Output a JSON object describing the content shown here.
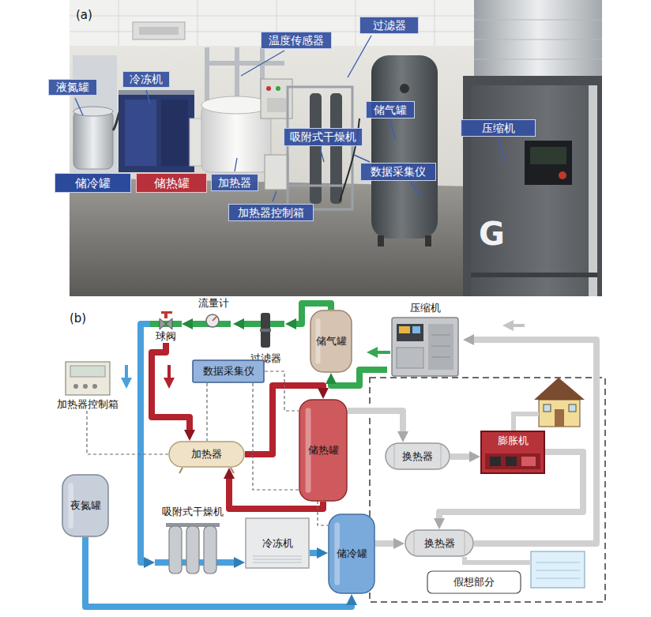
{
  "diagram": {
    "nodes": [
      {
        "text": [
          "液氮罐"
        ]
      },
      {
        "text": [
          "冷冻机"
        ]
      },
      {
        "text": [
          "温度传感器"
        ]
      },
      {
        "text": [
          "过滤器"
        ]
      },
      {
        "text": [
          "储气罐"
        ]
      },
      {
        "text": [
          "压缩机"
        ]
      },
      {
        "text": [
          "吸附式干燥机"
        ]
      },
      {
        "text": [
          "数据采集仪"
        ]
      },
      {
        "text": [
          "加热器"
        ]
      },
      {
        "text": [
          "储冷罐"
        ]
      },
      {
        "text": [
          "储热罐"
        ]
      },
      {
        "text": [
          "加热器控制箱"
        ]
      },
      {
        "text": [
          "压缩机"
        ]
      },
      {
        "text": [
          "储气罐"
        ]
      },
      {
        "text": [
          "流量计"
        ]
      },
      {
        "text": [
          "球阀"
        ]
      },
      {
        "text": [
          "过滤器"
        ]
      },
      {
        "text": [
          "数据采集仪"
        ]
      },
      {
        "text": [
          "加热器控制箱"
        ]
      },
      {
        "text": [
          "加热器"
        ]
      },
      {
        "text": [
          "储热罐"
        ]
      },
      {
        "text": [
          "换热器"
        ]
      },
      {
        "text": [
          "膨胀机"
        ]
      },
      {
        "text": [
          "夜氮罐"
        ]
      },
      {
        "text": [
          "吸附式干燥机"
        ]
      },
      {
        "text": [
          "冷冻机"
        ]
      },
      {
        "text": [
          "储冷罐"
        ]
      },
      {
        "text": [
          "换热器"
        ]
      },
      {
        "text": [
          "假想部分"
        ]
      }
    ],
    "edges": [
      {
        "from": 12,
        "to": 13,
        "arrow": "to"
      },
      {
        "from": 13,
        "to": 16,
        "arrow": "to"
      },
      {
        "from": 16,
        "to": 14,
        "arrow": "to"
      },
      {
        "from": 14,
        "to": 15,
        "arrow": "to"
      },
      {
        "from": 15,
        "to": 24,
        "arrow": "to"
      },
      {
        "from": 15,
        "to": 19,
        "arrow": "to"
      },
      {
        "from": 19,
        "to": 20,
        "arrow": "to"
      },
      {
        "from": 20,
        "to": 19,
        "arrow": "to"
      },
      {
        "from": 24,
        "to": 25,
        "arrow": "to"
      },
      {
        "from": 25,
        "to": 26,
        "arrow": "to"
      },
      {
        "from": 23,
        "to": 26,
        "arrow": "to"
      },
      {
        "from": 20,
        "to": 21,
        "arrow": "to"
      },
      {
        "from": 21,
        "to": 22,
        "arrow": "to"
      },
      {
        "from": 22,
        "to": 27,
        "arrow": "to"
      },
      {
        "from": 26,
        "to": 27,
        "arrow": "to"
      },
      {
        "from": 27,
        "to": 12,
        "arrow": "to"
      },
      {
        "from": 17,
        "to": 19,
        "arrow": "none"
      },
      {
        "from": 17,
        "to": 20,
        "arrow": "none"
      },
      {
        "from": 17,
        "to": 26,
        "arrow": "none"
      },
      {
        "from": 18,
        "to": 19,
        "arrow": "none"
      }
    ],
    "labels": [
      "(a)",
      "(b)",
      "G"
    ]
  }
}
